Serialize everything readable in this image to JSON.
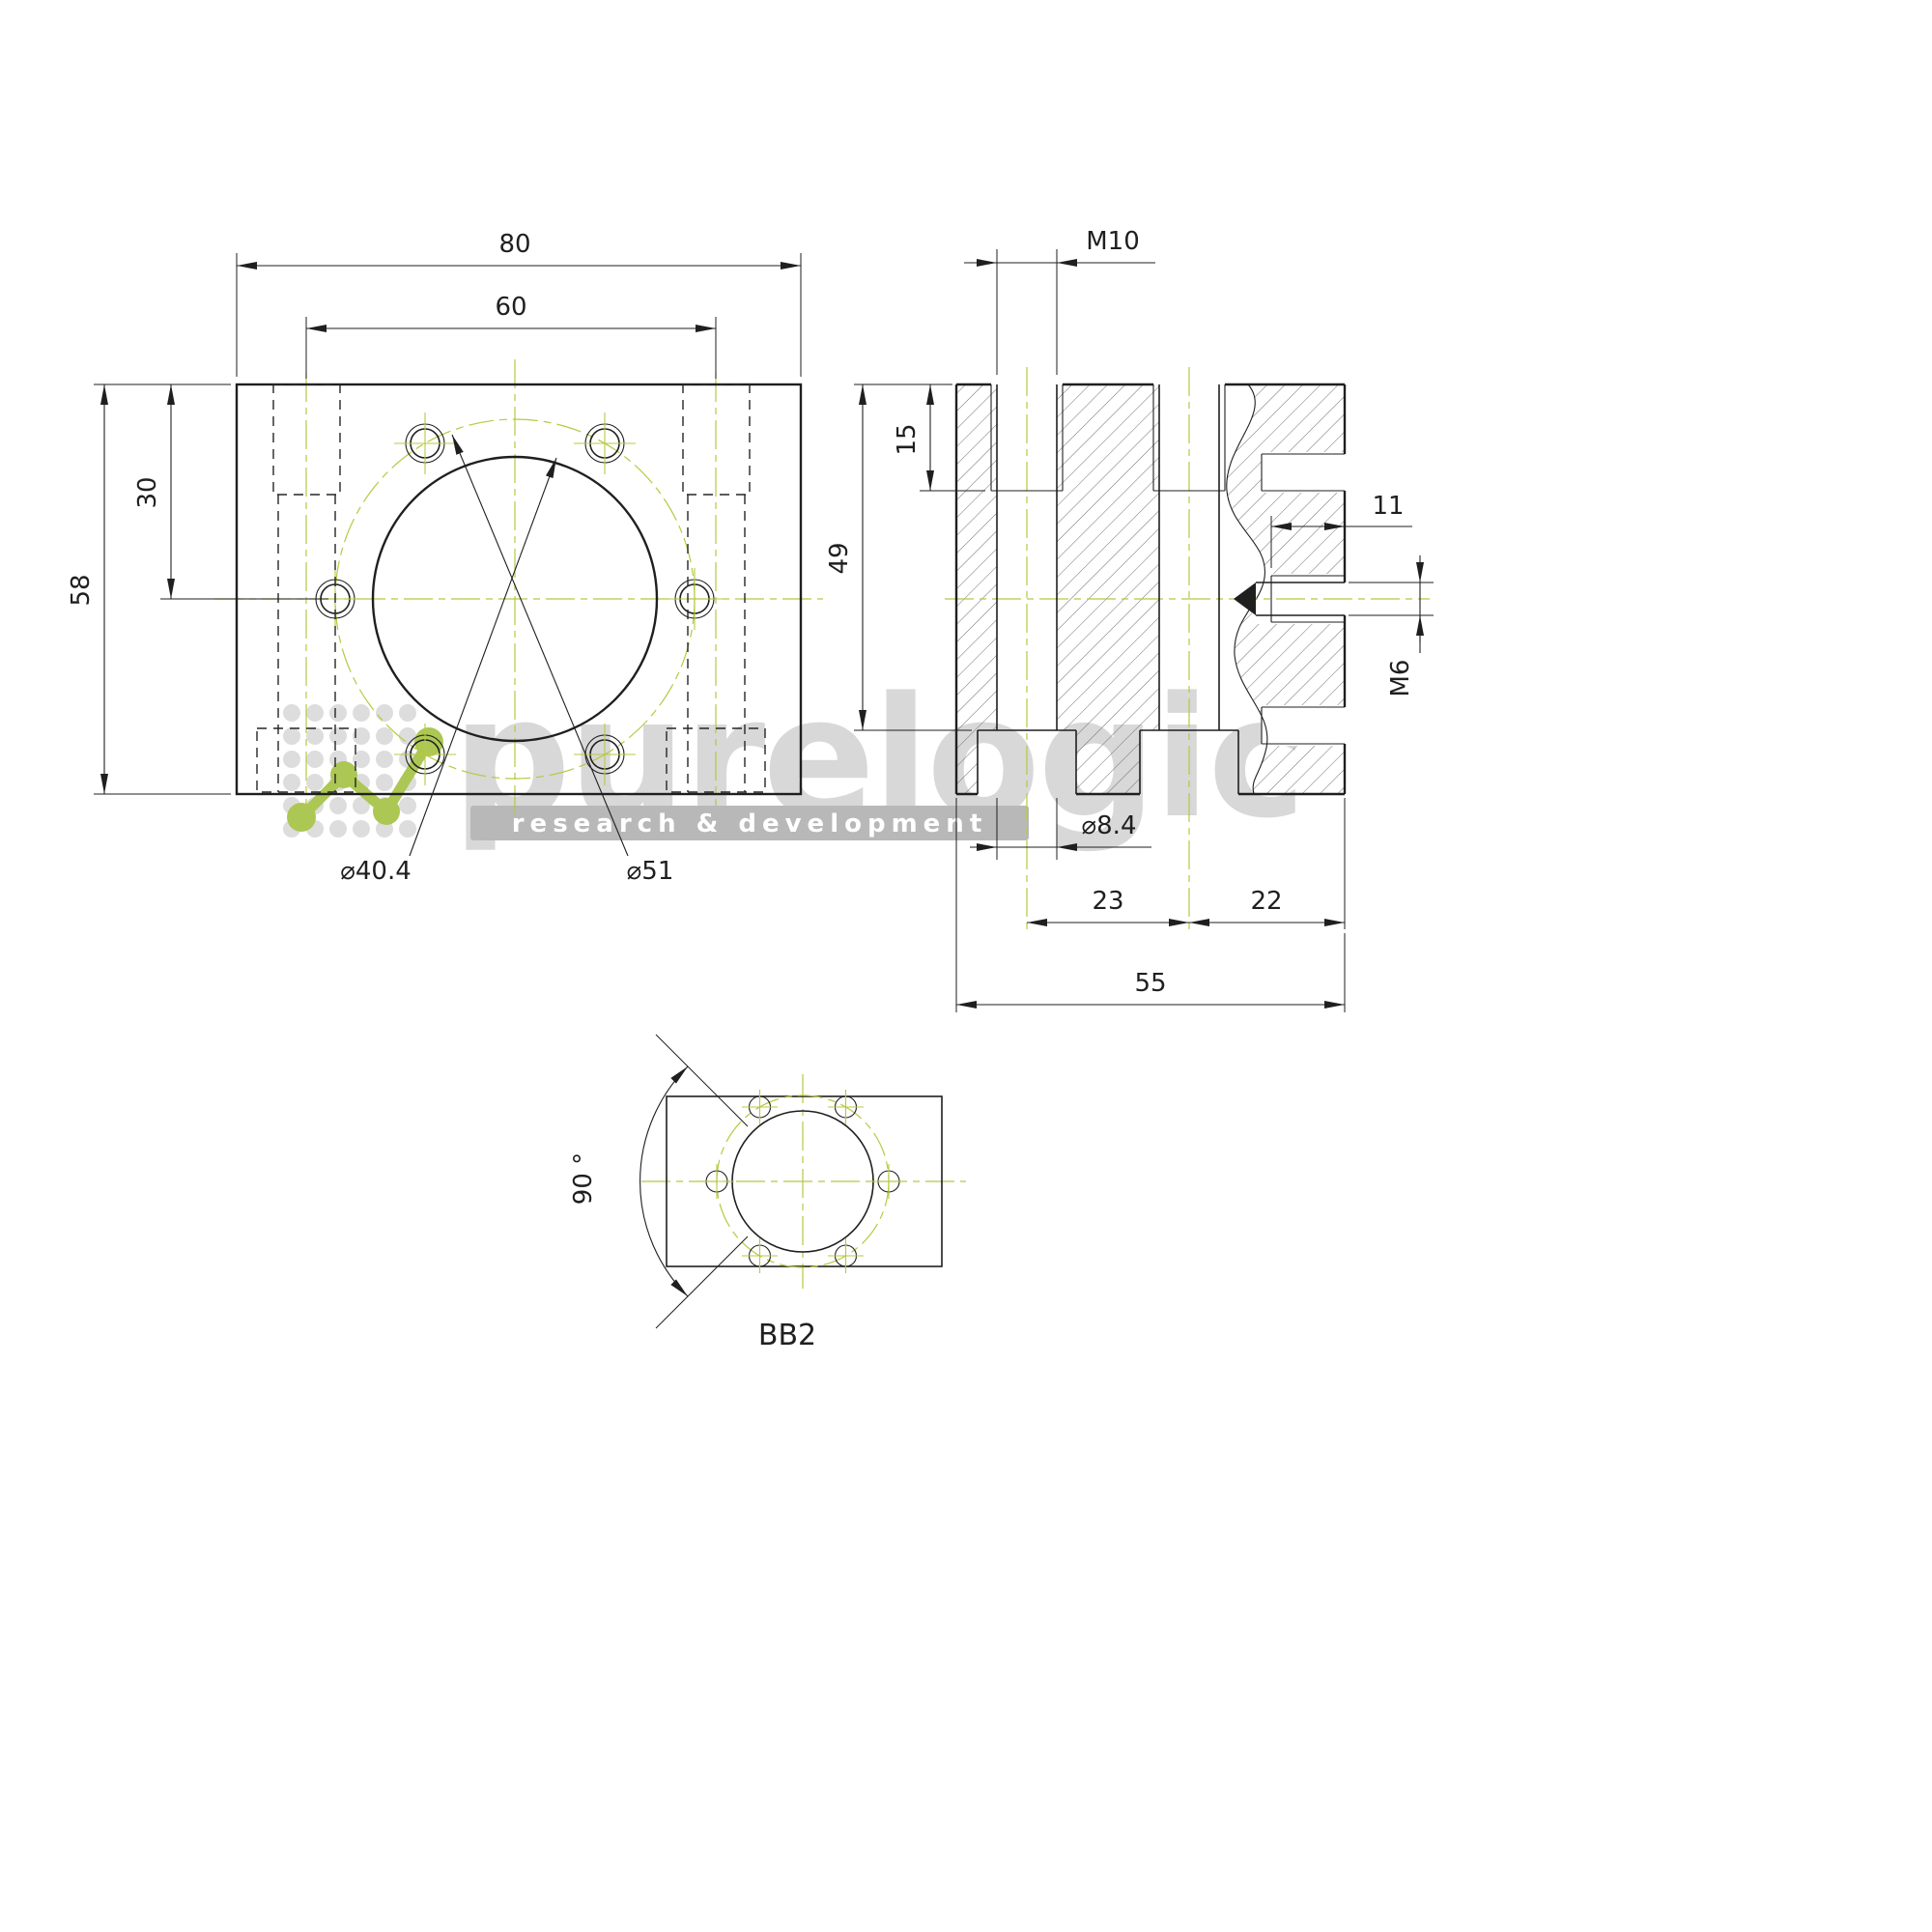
{
  "drawing": {
    "front_view": {
      "dim_width": "80",
      "dim_hole_spacing": "60",
      "dim_hole_offset": "30",
      "dim_height": "58",
      "dia_bore": "⌀40.4",
      "dia_bolt_circle": "⌀51"
    },
    "side_view": {
      "thread_top": "M10",
      "dim_thread_depth": "15",
      "dim_height_to_counterbore": "49",
      "dim_side_hole_depth": "11",
      "thread_side": "M6",
      "dia_mount_hole": "⌀8.4",
      "dim_hole_pitch": "23",
      "dim_hole_to_face": "22",
      "dim_depth": "55"
    },
    "bottom_view": {
      "dim_hole_angle": "90 °",
      "part_label": "BB2"
    }
  },
  "watermark": {
    "brand": "purelogic",
    "tagline": "research & development"
  },
  "colors": {
    "line": "#1f1f1f",
    "centerline_green": "#b8c840",
    "logo_green": "#a8c54a",
    "watermark_text": "#d6d6d6",
    "tagline_background": "#b5b5b5"
  }
}
